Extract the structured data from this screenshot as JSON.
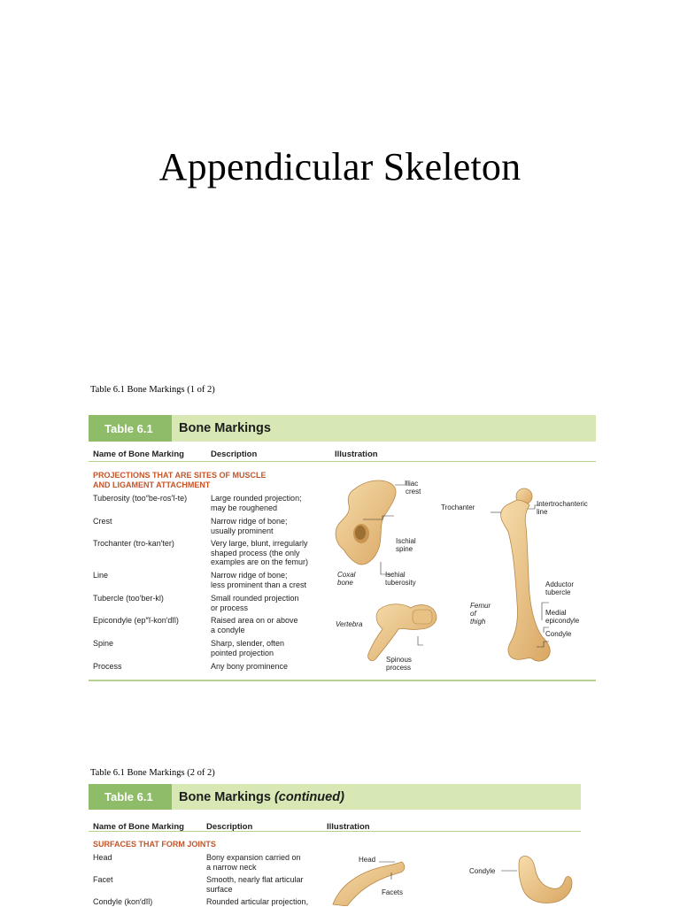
{
  "page": {
    "title": "Appendicular Skeleton"
  },
  "table1": {
    "caption": "Table 6.1  Bone Markings (1 of 2)",
    "badge": "Table 6.1",
    "heading": "Bone Markings",
    "col_name": "Name of Bone Marking",
    "col_desc": "Description",
    "col_illus": "Illustration",
    "section_line1": "PROJECTIONS THAT ARE SITES OF MUSCLE",
    "section_line2": "AND LIGAMENT ATTACHMENT",
    "rows": [
      {
        "name": "Tuberosity (too″be-ros′ĭ-te)",
        "desc1": "Large rounded projection;",
        "desc2": "may be roughened",
        "desc3": ""
      },
      {
        "name": "Crest",
        "desc1": "Narrow ridge of bone;",
        "desc2": "usually prominent",
        "desc3": ""
      },
      {
        "name": "Trochanter (tro-kan′ter)",
        "desc1": "Very large, blunt, irregularly",
        "desc2": "shaped process (the only",
        "desc3": "examples are on the femur)"
      },
      {
        "name": "Line",
        "desc1": "Narrow ridge of bone;",
        "desc2": "less prominent than a crest",
        "desc3": ""
      },
      {
        "name": "Tubercle (too′ber-kl)",
        "desc1": "Small rounded projection",
        "desc2": "or process",
        "desc3": ""
      },
      {
        "name": "Epicondyle (ep″ĭ-kon′dĭl)",
        "desc1": "Raised area on or above",
        "desc2": "a condyle",
        "desc3": ""
      },
      {
        "name": "Spine",
        "desc1": "Sharp, slender, often",
        "desc2": "pointed projection",
        "desc3": ""
      },
      {
        "name": "Process",
        "desc1": "Any bony prominence",
        "desc2": "",
        "desc3": ""
      }
    ],
    "labels": {
      "iliac_crest_1": "Iliac",
      "iliac_crest_2": "crest",
      "ischial_spine_1": "Ischial",
      "ischial_spine_2": "spine",
      "coxal_1": "Coxal",
      "coxal_2": "bone",
      "ischial_tub_1": "Ischial",
      "ischial_tub_2": "tuberosity",
      "vertebra": "Vertebra",
      "spinous_1": "Spinous",
      "spinous_2": "process",
      "trochanter": "Trochanter",
      "intertroch_1": "Intertrochanteric",
      "intertroch_2": "line",
      "femur_1": "Femur",
      "femur_2": "of",
      "femur_3": "thigh",
      "adductor_1": "Adductor",
      "adductor_2": "tubercle",
      "medial_1": "Medial",
      "medial_2": "epicondyle",
      "condyle": "Condyle"
    }
  },
  "table2": {
    "caption": "Table 6.1  Bone Markings (2 of 2)",
    "badge": "Table 6.1",
    "heading": "Bone Markings",
    "heading_suffix": "(continued)",
    "col_name": "Name of Bone Marking",
    "col_desc": "Description",
    "col_illus": "Illustration",
    "section": "SURFACES THAT FORM JOINTS",
    "rows": [
      {
        "name": "Head",
        "desc1": "Bony expansion carried on",
        "desc2": "a narrow neck"
      },
      {
        "name": "Facet",
        "desc1": "Smooth, nearly flat articular",
        "desc2": "surface"
      },
      {
        "name": "Condyle (kon′dĭl)",
        "desc1": "Rounded articular projection,",
        "desc2": ""
      }
    ],
    "labels": {
      "head": "Head",
      "facets": "Facets",
      "condyle": "Condyle"
    }
  },
  "colors": {
    "bone": "#ecc88e",
    "bone_shadow": "#cf9f5c",
    "accent": "#8ebc68",
    "band": "#d7e8b4",
    "section": "#c2562a"
  }
}
